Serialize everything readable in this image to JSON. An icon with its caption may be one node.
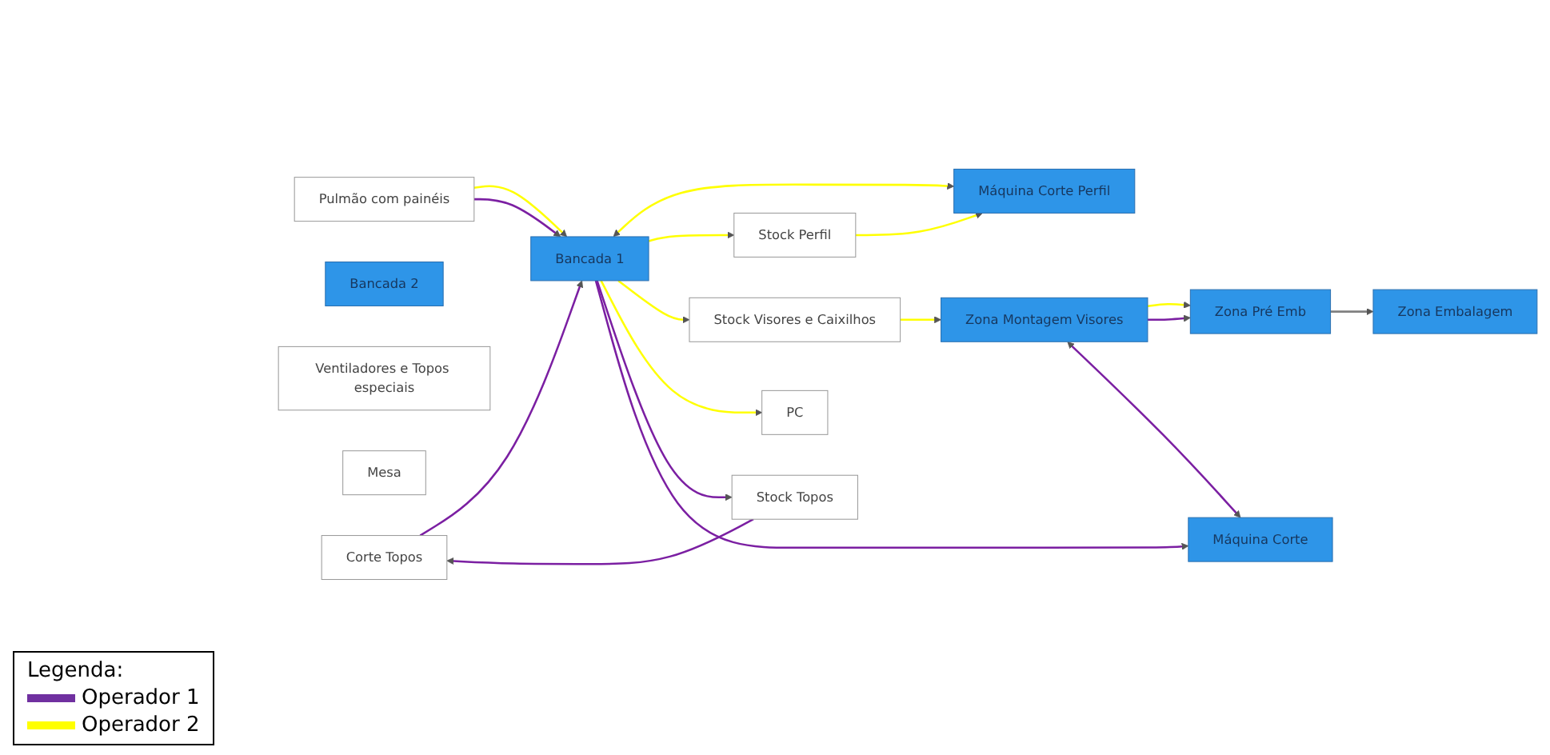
{
  "diagram": {
    "nodes": [
      {
        "text": [
          "Máquina Corte Perfil"
        ]
      },
      {
        "text": [
          "Stock Perfil"
        ]
      },
      {
        "text": [
          "Zona Embalagem"
        ]
      },
      {
        "text": [
          "Stock Visores e Caixilhos"
        ]
      },
      {
        "text": [
          "Zona Montagem Visores"
        ]
      },
      {
        "text": [
          "Corte Topos"
        ]
      },
      {
        "text": [
          "Bancada 2"
        ]
      },
      {
        "text": [
          "Ventiladores e Topos especiais"
        ]
      },
      {
        "text": [
          "Máquina Corte"
        ]
      },
      {
        "text": [
          "PC"
        ]
      },
      {
        "text": [
          "Bancada 1"
        ]
      },
      {
        "text": [
          "Zona Pré Emb"
        ]
      },
      {
        "text": [
          "Mesa"
        ]
      },
      {
        "text": [
          "Pulmão com painéis"
        ]
      },
      {
        "text": [
          "Stock Topos"
        ]
      }
    ],
    "edges": [
      {
        "from": 1,
        "to": 0,
        "arrow": "to",
        "color": "#ffff00"
      },
      {
        "from": 10,
        "to": 0,
        "arrow": "both",
        "color": "#ffff00"
      },
      {
        "from": 13,
        "to": 10,
        "arrow": "to",
        "color": "#ffff00"
      },
      {
        "from": 10,
        "to": 1,
        "arrow": "to",
        "color": "#ffff00"
      },
      {
        "from": 10,
        "to": 3,
        "arrow": "to",
        "color": "#ffff00"
      },
      {
        "from": 10,
        "to": 9,
        "arrow": "to",
        "color": "#ffff00"
      },
      {
        "from": 3,
        "to": 4,
        "arrow": "to",
        "color": "#ffff00"
      },
      {
        "from": 4,
        "to": 11,
        "arrow": "to",
        "color": "#ffff00"
      },
      {
        "from": 5,
        "to": 10,
        "arrow": "to",
        "color": "#7b1fa2"
      },
      {
        "from": 14,
        "to": 5,
        "arrow": "to",
        "color": "#7b1fa2"
      },
      {
        "from": 10,
        "to": 14,
        "arrow": "to",
        "color": "#7b1fa2"
      },
      {
        "from": 13,
        "to": 10,
        "arrow": "to",
        "color": "#7b1fa2"
      },
      {
        "from": 10,
        "to": 8,
        "arrow": "to",
        "color": "#7b1fa2"
      },
      {
        "from": 4,
        "to": 11,
        "arrow": "to",
        "color": "#7b1fa2"
      },
      {
        "from": 4,
        "to": 8,
        "arrow": "both",
        "color": "#7b1fa2"
      },
      {
        "from": 11,
        "to": 2,
        "arrow": "to",
        "color": "#808080"
      }
    ],
    "labels": [
      "Legenda:"
    ],
    "legend": [
      {
        "text": "Operador 1",
        "color": "#7030a0"
      },
      {
        "text": "Operador 2",
        "color": "#ffff00"
      }
    ]
  }
}
